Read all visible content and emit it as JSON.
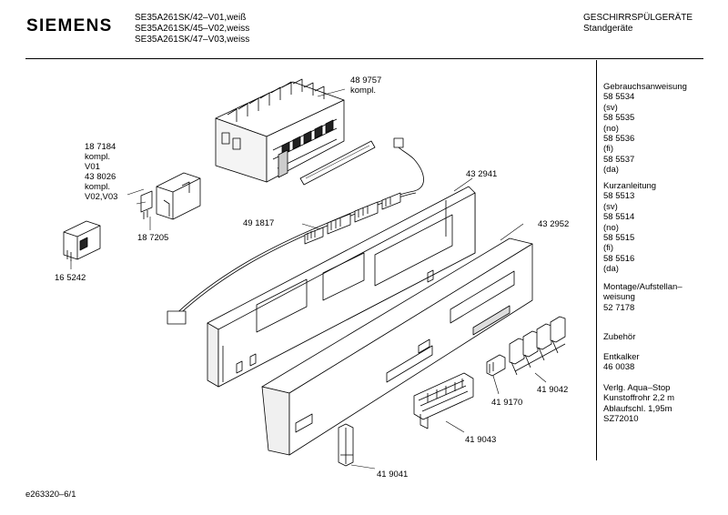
{
  "header": {
    "brand": "SIEMENS",
    "models": [
      "SE35A261SK/42–V01,weiß",
      "SE35A261SK/45–V02,weiss",
      "SE35A261SK/47–V03,weiss"
    ],
    "category_line1": "GESCHIRRSPÜLGERÄTE",
    "category_line2": "Standgeräte"
  },
  "sidebar": {
    "manual_block": [
      "Gebrauchsanweisung",
      "58 5534",
      "(sv)",
      "58 5535",
      "(no)",
      "58 5536",
      "(fi)",
      "58 5537",
      "(da)"
    ],
    "quick_block": [
      "Kurzanleitung",
      "58 5513",
      "(sv)",
      "58 5514",
      "(no)",
      "58 5515",
      "(fi)",
      "58 5516",
      "(da)"
    ],
    "install_block": [
      "Montage/Aufstellan–",
      "weisung",
      "52 7178"
    ],
    "accessories_title": "Zubehör",
    "descaler_block": [
      "Entkalker",
      "46 0038"
    ],
    "aquastop_block": [
      "Verlg. Aqua–Stop",
      "Kunstoffrohr 2,2 m",
      "Ablaufschl. 1,95m",
      "SZ72010"
    ]
  },
  "parts": {
    "p489757": [
      "48 9757",
      "kompl."
    ],
    "p187184": [
      "18 7184",
      "kompl.",
      "V01",
      "43 8026",
      "kompl.",
      "V02,V03"
    ],
    "p432941": "43 2941",
    "p491817": "49 1817",
    "p187205": "18 7205",
    "p165242": "16 5242",
    "p432952": "43 2952",
    "p419170": "41 9170",
    "p419042": "41 9042",
    "p419043": "41 9043",
    "p419041": "41 9041"
  },
  "footer": {
    "doc_id": "e263320–6/1"
  }
}
